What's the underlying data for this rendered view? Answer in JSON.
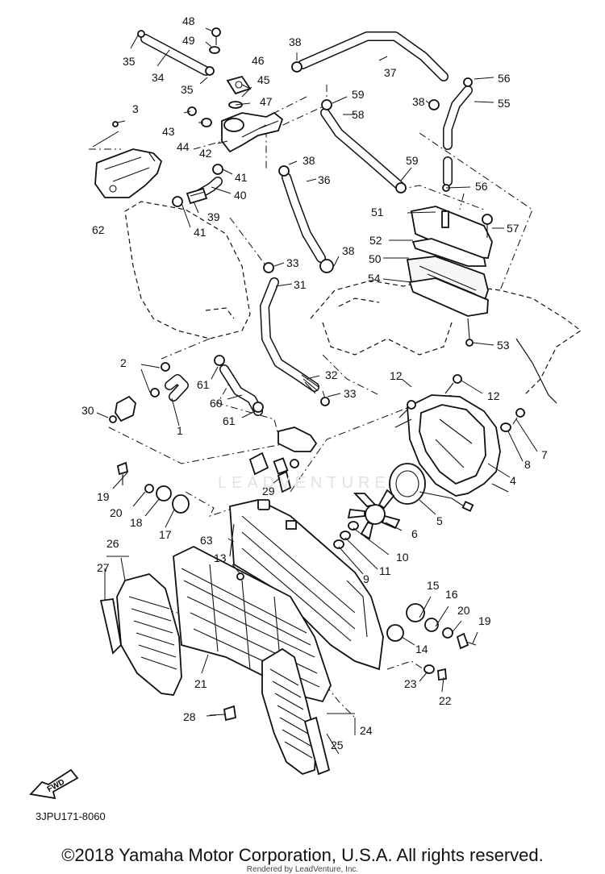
{
  "diagram": {
    "part_code": "3JPU171-8060",
    "fwd_label": "FWD",
    "copyright": "©2018 Yamaha Motor Corporation, U.S.A. All rights reserved.",
    "rendered_by": "Rendered by LeadVenture, Inc.",
    "watermark": "LEADVENTURE",
    "callouts": [
      "1",
      "2",
      "3",
      "4",
      "5",
      "6",
      "7",
      "8",
      "9",
      "10",
      "11",
      "12",
      "12",
      "13",
      "14",
      "15",
      "16",
      "17",
      "18",
      "19",
      "19",
      "20",
      "20",
      "21",
      "22",
      "23",
      "24",
      "25",
      "26",
      "27",
      "28",
      "29",
      "30",
      "31",
      "32",
      "33",
      "33",
      "33",
      "34",
      "35",
      "35",
      "36",
      "37",
      "38",
      "38",
      "38",
      "38",
      "38",
      "39",
      "40",
      "41",
      "41",
      "42",
      "43",
      "44",
      "45",
      "46",
      "47",
      "48",
      "49",
      "50",
      "51",
      "52",
      "53",
      "54",
      "55",
      "56",
      "56",
      "57",
      "58",
      "59",
      "59",
      "60",
      "61",
      "61",
      "62",
      "63"
    ]
  }
}
